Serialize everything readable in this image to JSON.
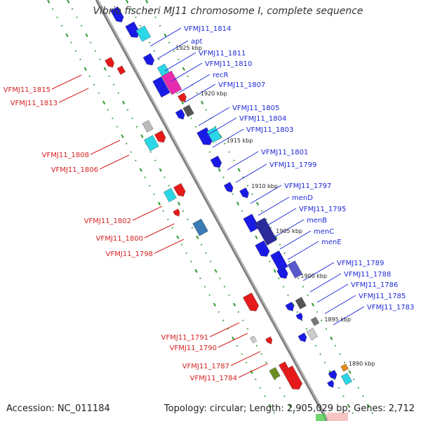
{
  "title": "Vibrio fischeri MJ11 chromosome I, complete sequence",
  "footer": {
    "accession": "Accession: NC_011184",
    "topology": "Topology: circular; Length: 2,905,029 bp; Genes: 2,712"
  },
  "ticks": [
    "1925 kbp",
    "1920 kbp",
    "1915 kbp",
    "1910 kbp",
    "1905 kbp",
    "1900 kbp",
    "1895 kbp",
    "1890 kbp"
  ],
  "labels_forward": [
    "VFMJ11_1814",
    "apt",
    "VFMJ11_1811",
    "VFMJ11_1810",
    "recR",
    "VFMJ11_1807",
    "VFMJ11_1805",
    "VFMJ11_1804",
    "VFMJ11_1803",
    "VFMJ11_1801",
    "VFMJ11_1799",
    "VFMJ11_1797",
    "menD",
    "VFMJ11_1795",
    "menB",
    "menC",
    "menE",
    "VFMJ11_1789",
    "VFMJ11_1788",
    "VFMJ11_1786",
    "VFMJ11_1785",
    "VFMJ11_1783"
  ],
  "labels_reverse": [
    "VFMJ11_1815",
    "VFMJ11_1813",
    "VFMJ11_1808",
    "VFMJ11_1806",
    "VFMJ11_1802",
    "VFMJ11_1800",
    "VFMJ11_1798",
    "VFMJ11_1791",
    "VFMJ11_1790",
    "VFMJ11_1787",
    "VFMJ11_1784"
  ],
  "colors": {
    "forward_label": "#1f2bd6",
    "reverse_label": "#d61f1f",
    "backbone": "#8c8c8c",
    "guide_dots": "#2e9a2e",
    "cds_forward": "#1a1ae6",
    "cds_reverse": "#e61a1a",
    "cyan": "#2bd6e6",
    "magenta": "#e62bb0"
  }
}
